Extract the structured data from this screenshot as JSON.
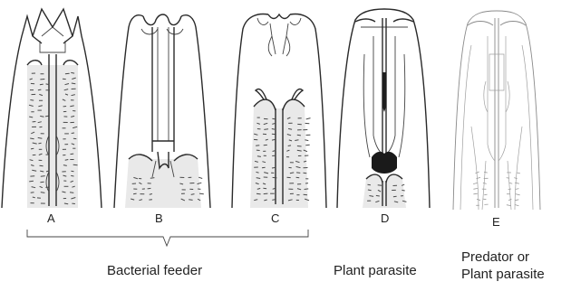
{
  "panels": [
    {
      "letter": "A"
    },
    {
      "letter": "B"
    },
    {
      "letter": "C"
    },
    {
      "letter": "D"
    },
    {
      "letter": "E"
    }
  ],
  "groups": {
    "bacterial_feeder": "Bacterial feeder",
    "plant_parasite": "Plant parasite",
    "predator_line1": "Predator or",
    "predator_line2": "Plant parasite"
  }
}
